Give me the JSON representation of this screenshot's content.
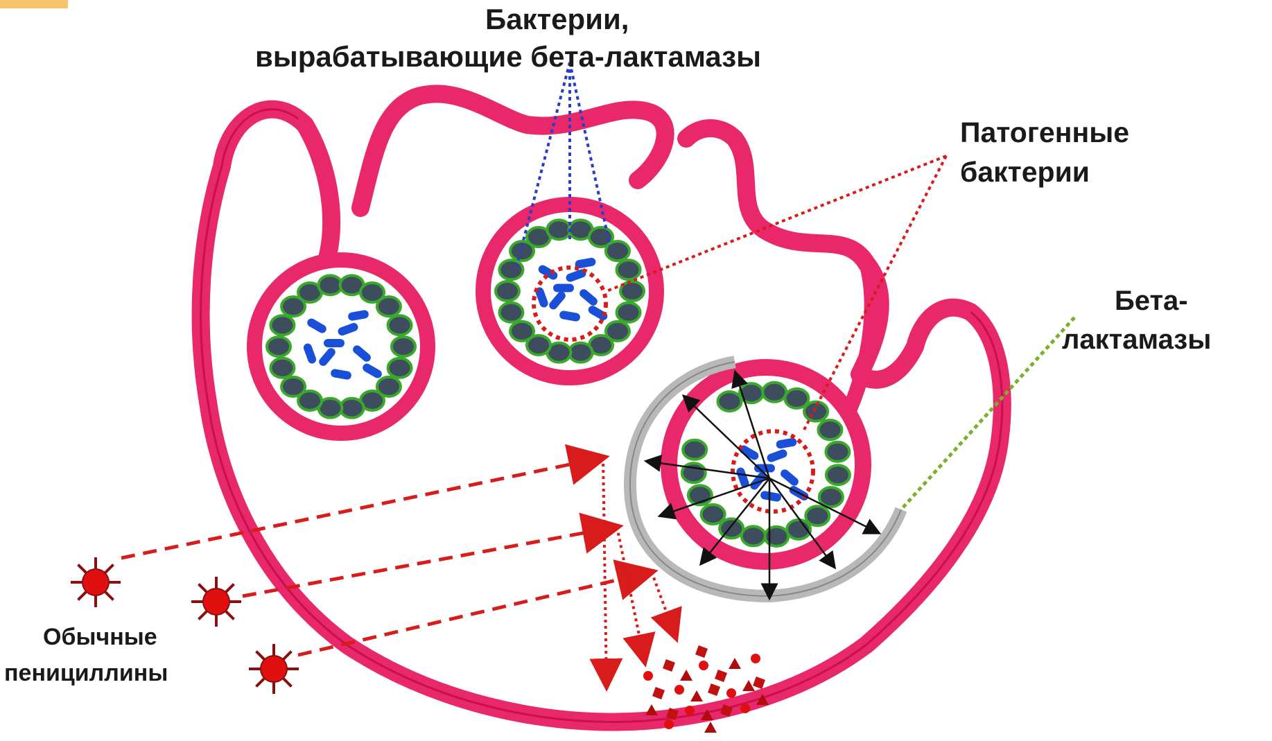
{
  "labels": {
    "bacteria_title_line1": "Бактерии,",
    "bacteria_title_line2": "вырабатывающие бета-лактамазы",
    "pathogenic_line1": "Патогенные",
    "pathogenic_line2": "бактерии",
    "beta_line1": "Бета-",
    "beta_line2": "лактамазы",
    "penicillin_line1": "Обычные",
    "penicillin_line2": "пенициллины"
  },
  "colors": {
    "membrane": "#e8286a",
    "membrane_dark": "#c8104e",
    "bacteria_fill": "#3d4d5e",
    "bacteria_rim": "#3aa82a",
    "pathogen": "#1a4fd8",
    "red_pointer": "#d81b1b",
    "blue_pointer": "#2a3cc8",
    "green_pointer": "#7ab02a",
    "enzyme_shield": "#b8b8b8",
    "penicillin": "#e01010",
    "corner_mark": "#f7c46a"
  },
  "icons": [
    "penicillin-star-icon",
    "bacterium-icon",
    "pathogen-rod-icon",
    "enzyme-shield-icon",
    "debris-icon"
  ]
}
